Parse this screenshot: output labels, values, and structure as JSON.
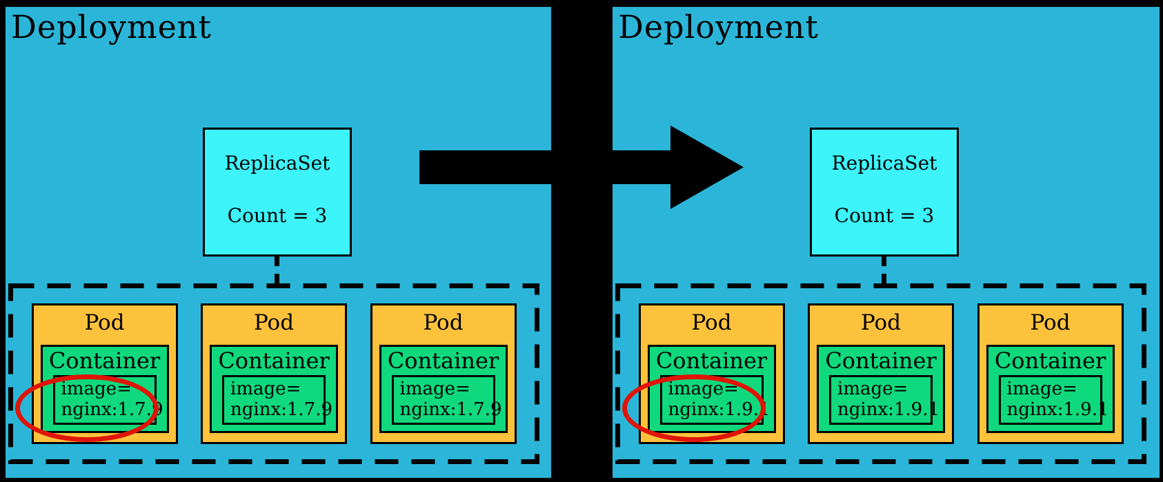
{
  "colors": {
    "background": "#000000",
    "panel": "#2BB6D9",
    "replicaset_box": "#3CF4FA",
    "pod_box": "#FCC23B",
    "container_box": "#0FD97C",
    "highlight": "#E01408",
    "arrow": "#000000"
  },
  "icons": {
    "update_arrow": "arrow-right"
  },
  "panels": [
    {
      "title": "Deployment",
      "replicaset": {
        "name": "ReplicaSet",
        "count_label": "Count = 3"
      },
      "pods": [
        {
          "label": "Pod",
          "container_label": "Container",
          "image_line1": "image=",
          "image_line2": "nginx:1.7.9",
          "highlighted": true
        },
        {
          "label": "Pod",
          "container_label": "Container",
          "image_line1": "image=",
          "image_line2": "nginx:1.7.9",
          "highlighted": false
        },
        {
          "label": "Pod",
          "container_label": "Container",
          "image_line1": "image=",
          "image_line2": "nginx:1.7.9",
          "highlighted": false
        }
      ]
    },
    {
      "title": "Deployment",
      "replicaset": {
        "name": "ReplicaSet",
        "count_label": "Count = 3"
      },
      "pods": [
        {
          "label": "Pod",
          "container_label": "Container",
          "image_line1": "image=",
          "image_line2": "nginx:1.9.1",
          "highlighted": true
        },
        {
          "label": "Pod",
          "container_label": "Container",
          "image_line1": "image=",
          "image_line2": "nginx:1.9.1",
          "highlighted": false
        },
        {
          "label": "Pod",
          "container_label": "Container",
          "image_line1": "image=",
          "image_line2": "nginx:1.9.1",
          "highlighted": false
        }
      ]
    }
  ]
}
